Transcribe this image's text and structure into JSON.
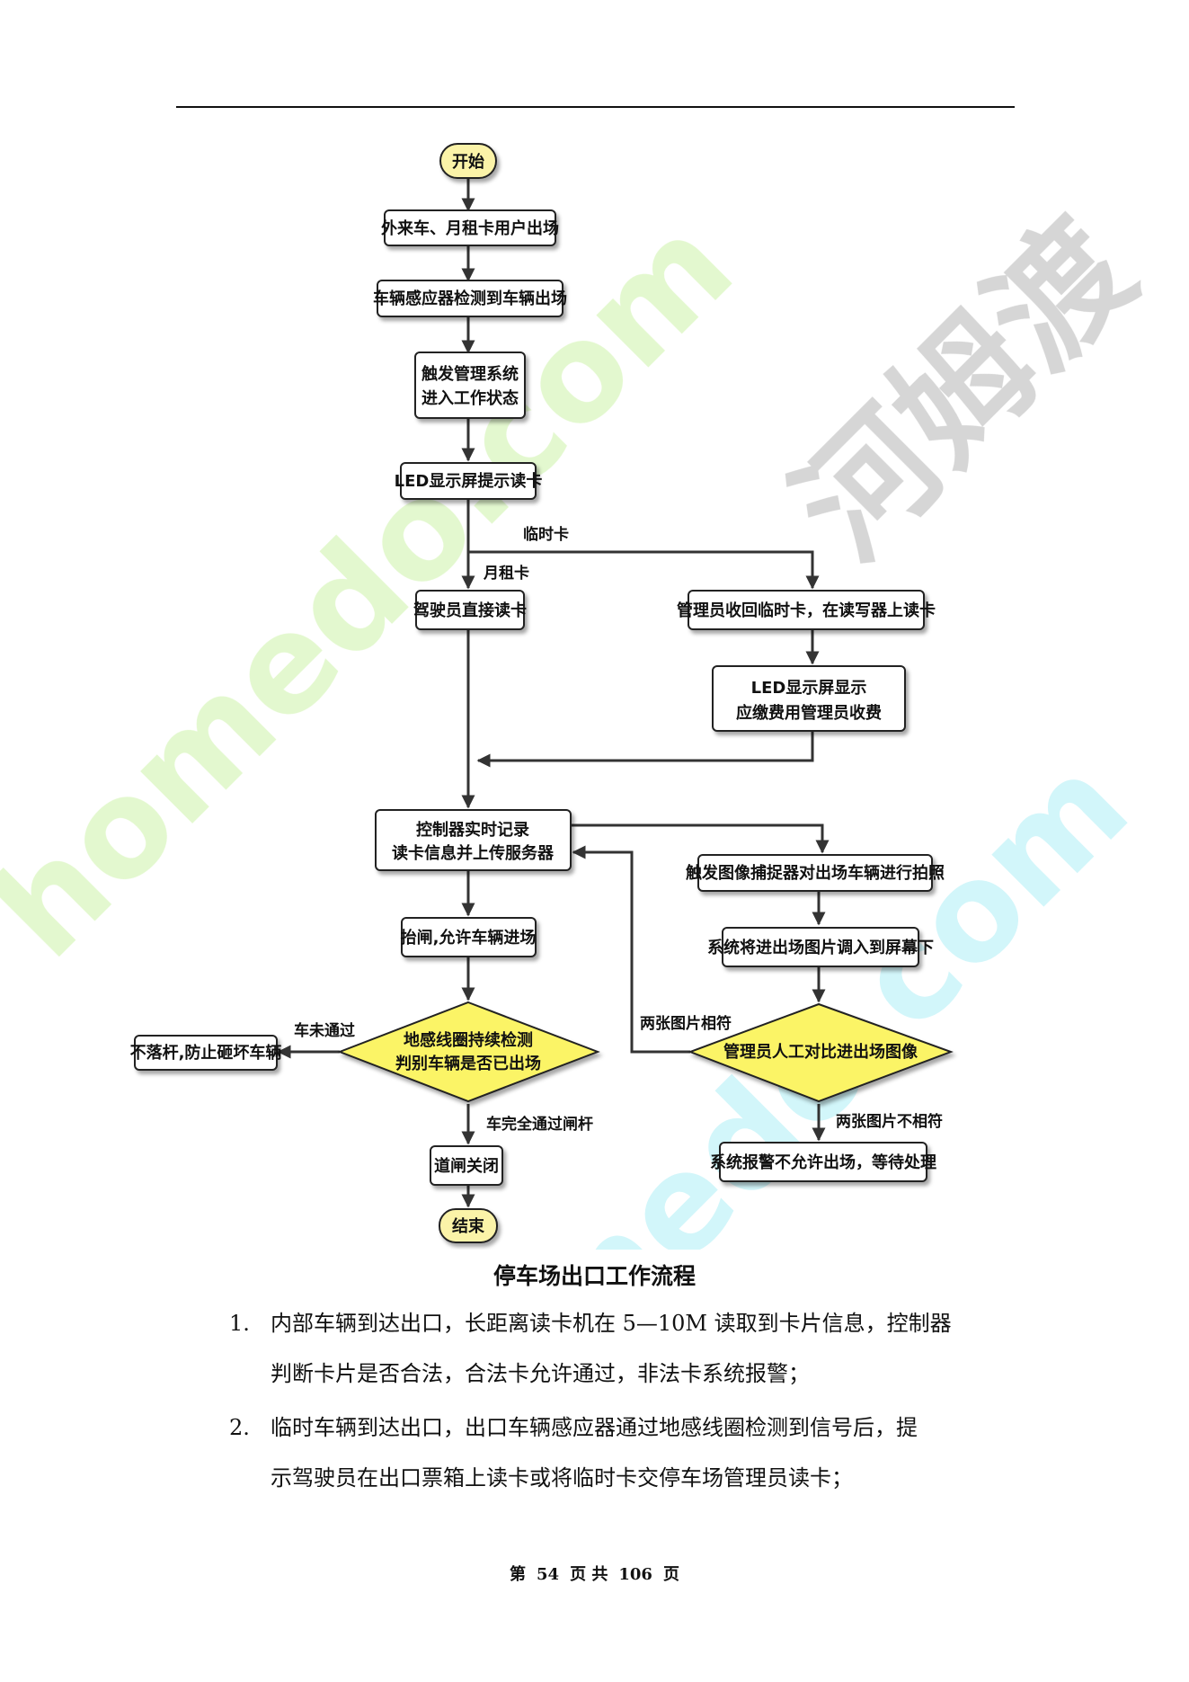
{
  "flowchart": {
    "nodes": {
      "start": "开始",
      "exit_request": "外来车、月租卡用户出场",
      "sensor_detect": "车辆感应器检测到车辆出场",
      "trigger_system_1": "触发管理系统",
      "trigger_system_2": "进入工作状态",
      "led_prompt": "LED显示屏提示读卡",
      "driver_read": "驾驶员直接读卡",
      "admin_collect": "管理员收回临时卡，在读写器上读卡",
      "led_fee_1": "LED显示屏显示",
      "led_fee_2": "应缴费用管理员收费",
      "controller_1": "控制器实时记录",
      "controller_2": "读卡信息并上传服务器",
      "capture_photo": "触发图像捕捉器对出场车辆进行拍照",
      "screen_photo": "系统将进出场图片调入到屏幕下",
      "raise_gate": "抬闸,允许车辆进场",
      "loop_detect_1": "地感线圈持续检测",
      "loop_detect_2": "判别车辆是否已出场",
      "compare_images": "管理员人工对比进出场图像",
      "no_drop": "不落杆,防止砸坏车辆",
      "gate_close": "道闸关闭",
      "alarm": "系统报警不允许出场，等待处理",
      "end": "结束"
    },
    "edges": {
      "temp_card": "临时卡",
      "monthly_card": "月租卡",
      "car_not_passed": "车未通过",
      "car_passed": "车完全通过闸杆",
      "images_match": "两张图片相符",
      "images_mismatch": "两张图片不相符"
    }
  },
  "watermark": {
    "text_cn": "河姆渡",
    "text_en": "homedo.com"
  },
  "caption": "停车场出口工作流程",
  "paragraphs": [
    {
      "num": "1.",
      "line1": "内部车辆到达出口，长距离读卡机在 5—10M 读取到卡片信息，控制器",
      "line2": "判断卡片是否合法，合法卡允许通过，非法卡系统报警；"
    },
    {
      "num": "2.",
      "line1": "临时车辆到达出口，出口车辆感应器通过地感线圈检测到信号后，提",
      "line2": "示驾驶员在出口票箱上读卡或将临时卡交停车场管理员读卡；"
    }
  ],
  "footer": {
    "prefix": "第",
    "page": "54",
    "middle": "页 共",
    "total": "106",
    "suffix": "页"
  },
  "colors": {
    "box_fill": "#ffffff",
    "terminal_fill": "#fbf3a8",
    "decision_fill": "#fbf466",
    "arrow": "#333333",
    "watermark_green": "#c8f0a0",
    "watermark_blue": "#a8ecf5",
    "watermark_gray": "#b0b0b0"
  }
}
